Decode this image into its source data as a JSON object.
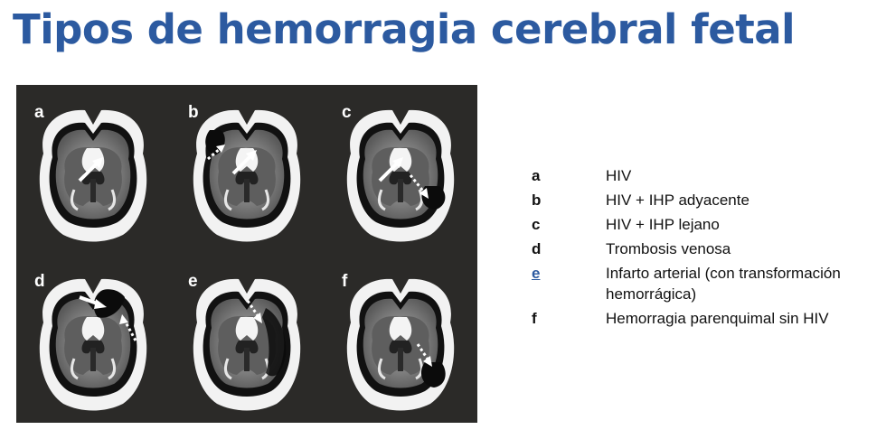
{
  "title": "Tipos de hemorragia cerebral fetal",
  "panels": [
    {
      "label": "a"
    },
    {
      "label": "b"
    },
    {
      "label": "c"
    },
    {
      "label": "d"
    },
    {
      "label": "e"
    },
    {
      "label": "f"
    }
  ],
  "legend": [
    {
      "key": "a",
      "text": "HIV"
    },
    {
      "key": "b",
      "text": "HIV + IHP adyacente"
    },
    {
      "key": "c",
      "text": "HIV + IHP lejano"
    },
    {
      "key": "d",
      "text": "Trombosis venosa"
    },
    {
      "key": "e",
      "text": "Infarto arterial (con transformación hemorrágica)"
    },
    {
      "key": "f",
      "text": "Hemorragia parenquimal sin HIV"
    }
  ],
  "colors": {
    "title": "#2c5aa0",
    "figure_bg": "#2b2a28",
    "link_key": "#2c5aa0"
  }
}
